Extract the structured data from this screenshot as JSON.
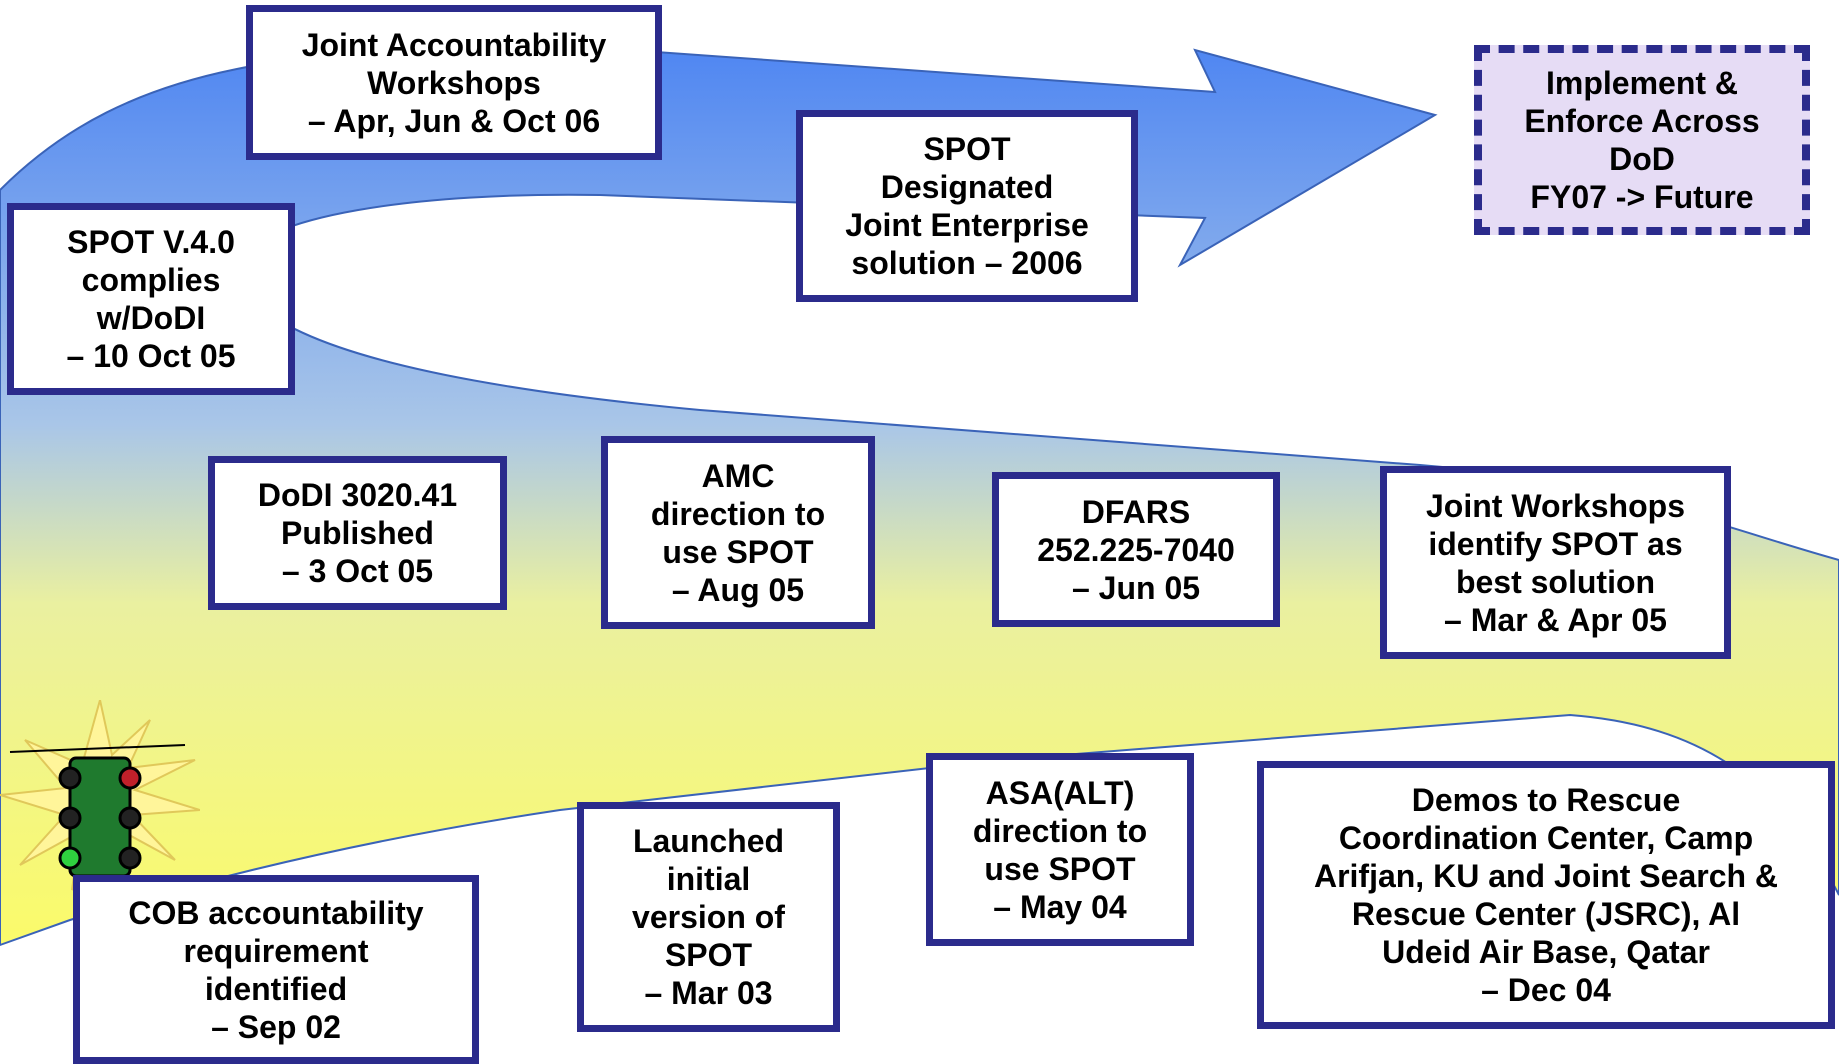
{
  "colors": {
    "box_border": "#2b2b8c",
    "ribbon_top": "#5b8ef0",
    "ribbon_bottom": "#f6f57a",
    "goal_fill": "#e6dcf5",
    "starburst": "#fff59a"
  },
  "icons": [
    "traffic-light-icon"
  ],
  "milestones": {
    "workshops_06": {
      "line1": "Joint Accountability",
      "line2": "Workshops",
      "line3": "–  Apr, Jun & Oct 06"
    },
    "spot_designated": {
      "line1": "SPOT",
      "line2": "Designated",
      "line3": "Joint Enterprise",
      "line4": "solution – 2006"
    },
    "goal": {
      "line1": "Implement &",
      "line2": "Enforce Across",
      "line3": "DoD",
      "line4": "FY07 -> Future"
    },
    "spot_v4": {
      "line1": "SPOT V.4.0",
      "line2": "complies",
      "line3": "w/DoDI",
      "line4": "– 10 Oct 05"
    },
    "dodi": {
      "line1": "DoDI 3020.41",
      "line2": "Published",
      "line3": "– 3 Oct 05"
    },
    "amc": {
      "line1": "AMC",
      "line2": "direction to",
      "line3": "use SPOT",
      "line4": "– Aug 05"
    },
    "dfars": {
      "line1": "DFARS",
      "line2": "252.225-7040",
      "line3": "– Jun 05"
    },
    "joint_workshops_05": {
      "line1": "Joint Workshops",
      "line2": "identify SPOT as",
      "line3": "best solution",
      "line4": "– Mar & Apr 05"
    },
    "asa_alt": {
      "line1": "ASA(ALT)",
      "line2": "direction to",
      "line3": "use SPOT",
      "line4": "–  May 04"
    },
    "demos": {
      "line1": "Demos to Rescue",
      "line2": "Coordination Center, Camp",
      "line3": "Arifjan, KU and Joint Search &",
      "line4": "Rescue Center (JSRC), Al",
      "line5": "Udeid Air Base, Qatar",
      "line6": "–  Dec 04"
    },
    "launched": {
      "line1": "Launched",
      "line2": "initial",
      "line3": "version of",
      "line4": "SPOT",
      "line5": "–  Mar 03"
    },
    "cob": {
      "line1": "COB accountability",
      "line2": "requirement",
      "line3": "identified",
      "line4": "–  Sep 02"
    }
  }
}
